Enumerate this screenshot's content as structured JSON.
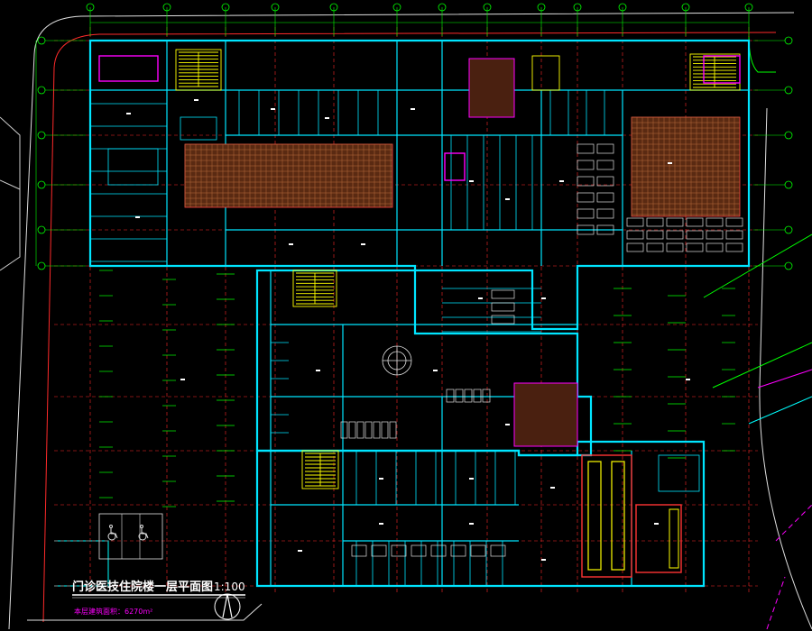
{
  "drawing": {
    "title": "门诊医技住院楼一层平面图",
    "scale": "1:100",
    "area_note": "本层建筑面积：6270m²"
  },
  "colors": {
    "background": "#000000",
    "wall": "#00e5ff",
    "axis": "#00ff00",
    "gridline": "#ff2a2a",
    "stair": "#ffff00",
    "hatch": "#a0522d",
    "site": "#e0e0e0",
    "magenta": "#ff00ff",
    "title": "#ffffff",
    "accent_yellow": "#ffff00"
  },
  "icons": {
    "accessible": "wheelchair-icon",
    "north": "north-arrow-icon"
  }
}
